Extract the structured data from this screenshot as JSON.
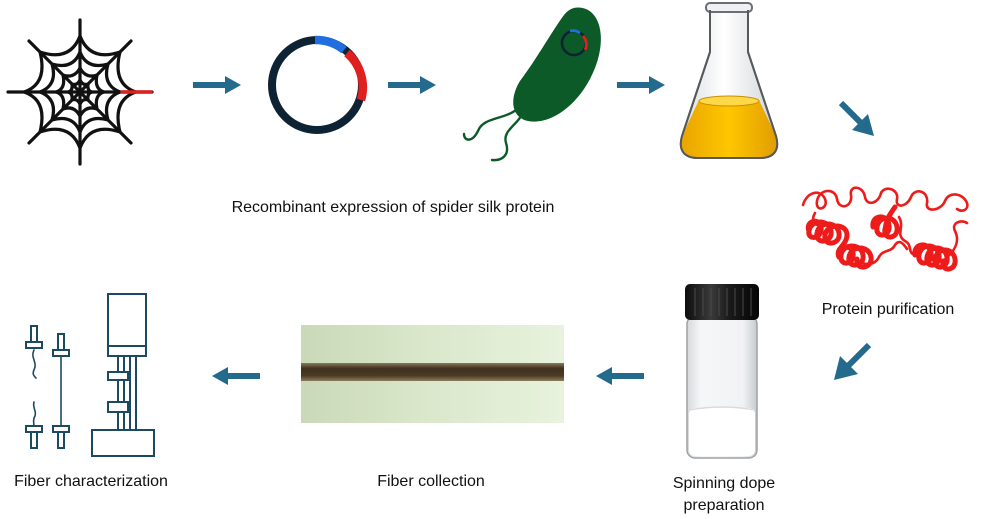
{
  "labels": {
    "expression": "Recombinant expression of spider silk protein",
    "purification": "Protein purification",
    "dope_line1": "Spinning dope",
    "dope_line2": "preparation",
    "collection": "Fiber collection",
    "characterization": "Fiber characterization"
  },
  "colors": {
    "arrow": "#236a8c",
    "plasmid_ring": "#0d2333",
    "plasmid_blue": "#1f6fe0",
    "gene_red": "#e01f1f",
    "bacterium": "#0b5a28",
    "culture": "#f5b800",
    "protein": "#ee1b1b",
    "fiber": "#4c3a24",
    "instrument": "#1d4a63"
  },
  "icons": {
    "web": "spider-web-icon",
    "plasmid": "plasmid-icon",
    "bacterium": "bacterium-icon",
    "flask": "erlenmeyer-flask-icon",
    "protein": "protein-coil-icon",
    "vial": "vial-icon",
    "fiber": "fiber-micrograph",
    "tester": "tensile-tester-icon"
  }
}
